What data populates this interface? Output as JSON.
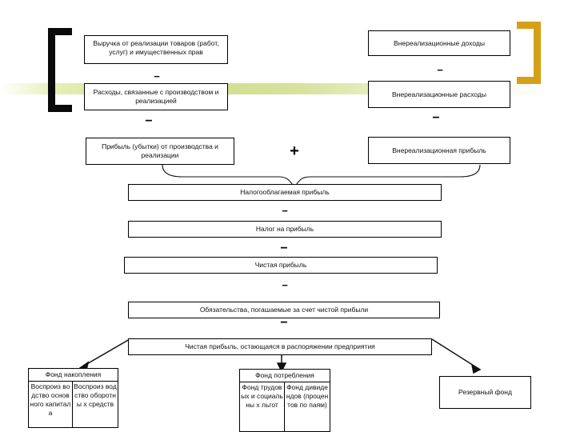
{
  "diagram": {
    "title_nodes": {
      "revenue": "Выручка от реализации товаров (работ, услуг) и имущественных прав",
      "prod_costs": "Расходы, связанные с производством и реализацией",
      "prod_profit": "Прибыль (убытки) от производства и реализации",
      "nonop_income": "Внереализационные доходы",
      "nonop_costs": "Внереализационные расходы",
      "nonop_profit": "Внереализационная прибыль",
      "taxable_profit": "Налогооблагаемая прибыль",
      "profit_tax": "Налог на прибыль",
      "net_profit": "Чистая прибыль",
      "obligations": "Обязательства, погашаемые за счет чистой прибыли",
      "retained_profit": "Чистая прибыль, остающаяся в распоряжении предприятия",
      "reserve_fund": "Резервный фонд"
    },
    "operators": {
      "minus_left_top": "−",
      "minus_left_bottom": "−",
      "minus_right_top": "−",
      "minus_right_bottom": "−",
      "plus_center": "+",
      "minus_tax": "−",
      "minus_net": "−",
      "minus_oblig": "−",
      "minus_retained": "−"
    },
    "funds": {
      "accumulation": {
        "header": "Фонд накопления",
        "columns": [
          "Воспроиз водство основного капитала",
          "Воспроиз водство оборотны х средств"
        ]
      },
      "consumption": {
        "header": "Фонд потребления",
        "columns": [
          "Фонд трудовых и социальны х льгот",
          "Фонд дивидендов (процентов по паям)"
        ]
      }
    },
    "colors": {
      "box_border": "#000000",
      "bracket_left": "#0a0a0a",
      "bracket_right": "#d4a017",
      "stripe": "#cfdc8c",
      "text": "#101010",
      "background": "#ffffff"
    }
  }
}
